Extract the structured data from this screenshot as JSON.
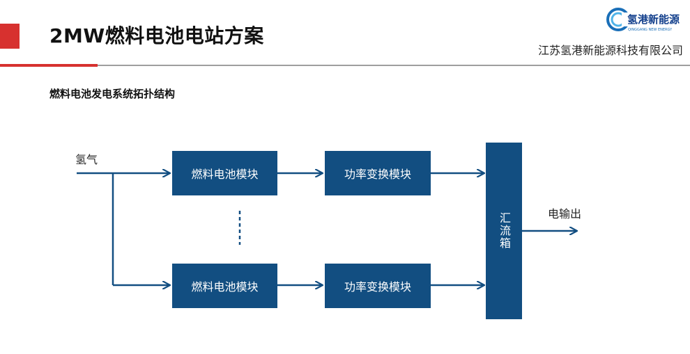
{
  "header": {
    "title": "2MW燃料电池电站方案",
    "company": "江苏氢港新能源科技有限公司",
    "logo_text": "氢港新能源",
    "logo_subtext": "QINGGANG NEW ENERGY",
    "accent_color": "#d7312f",
    "box_color": "#124e81"
  },
  "main": {
    "subtitle": "燃料电池发电系统拓扑结构"
  },
  "diagram": {
    "input_label": "氢气",
    "output_label": "电输出",
    "row_top": {
      "fuel_cell": "燃料电池模块",
      "converter": "功率变换模块"
    },
    "row_bottom": {
      "fuel_cell": "燃料电池模块",
      "converter": "功率变换模块"
    },
    "combiner": "汇流箱"
  }
}
